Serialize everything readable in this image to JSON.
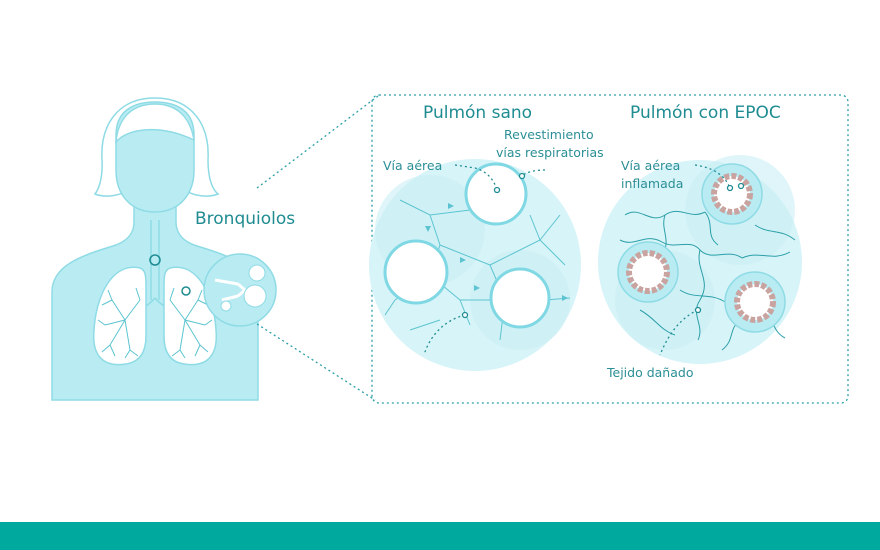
{
  "labels": {
    "bronchioles": "Bronquiolos",
    "healthy_lung": "Pulmón sano",
    "copd_lung": "Pulmón con EPOC",
    "airway": "Vía aérea",
    "lining_line1": "Revestimiento",
    "lining_line2": "vías respiratorias",
    "inflamed_line1": "Vía aérea",
    "inflamed_line2": "inflamada",
    "damaged_tissue": "Tejido dañado"
  },
  "colors": {
    "body_fill": "#b8ecf2",
    "body_stroke": "#8fdbe5",
    "accent_teal": "#1f8c92",
    "bottom_bar": "#00a99d",
    "inflammation": "#c9a3a0",
    "lung_tissue": "#d7f4f8"
  }
}
